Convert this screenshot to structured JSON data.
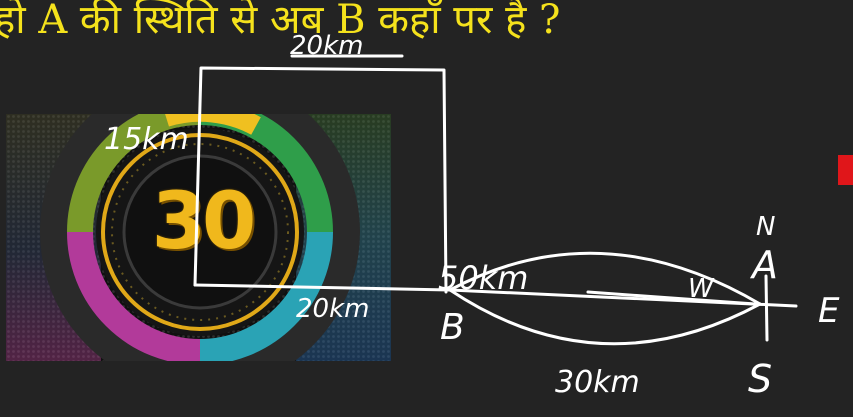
{
  "question": {
    "text": "हो A की स्थिति से अब B कहाँ पर है ?"
  },
  "timer": {
    "value": "30"
  },
  "annotations": {
    "top_distance": "20km",
    "left_distance": "15km",
    "middle_distance": "50km",
    "bottom_left_distance": "20km",
    "lower_distance": "30km",
    "point_a": "A",
    "point_b": "B",
    "north": "N",
    "east": "E",
    "south": "S",
    "west": "W"
  },
  "colors": {
    "background": "#232323",
    "question_text": "#f5e21c",
    "ink": "#ffffff",
    "timer_digits": "#f0b81c",
    "marker": "#e0161a"
  }
}
